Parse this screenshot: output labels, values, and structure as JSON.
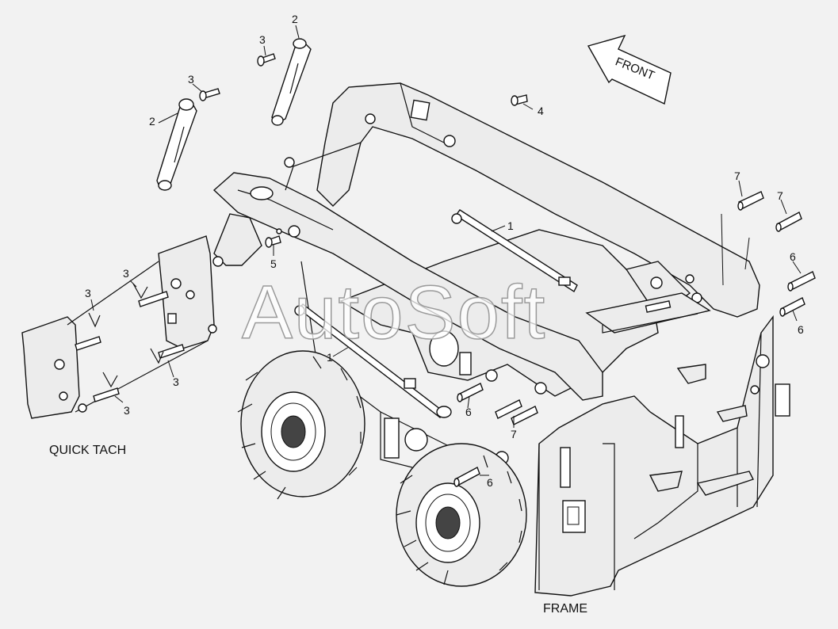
{
  "labels": {
    "quick_tach": "QUICK TACH",
    "frame": "FRAME",
    "front": "FRONT",
    "watermark": "AutoSoft"
  },
  "callouts": {
    "c2a": "2",
    "c3a": "3",
    "c3b": "3",
    "c2b": "2",
    "c4": "4",
    "c7a": "7",
    "c7b": "7",
    "c1a": "1",
    "c5": "5",
    "c6a": "6",
    "c6b": "6",
    "c3c": "3",
    "c3d": "3",
    "c3e": "3",
    "c3f": "3",
    "c1b": "1",
    "c6c": "6",
    "c7c": "7",
    "c6d": "6"
  }
}
